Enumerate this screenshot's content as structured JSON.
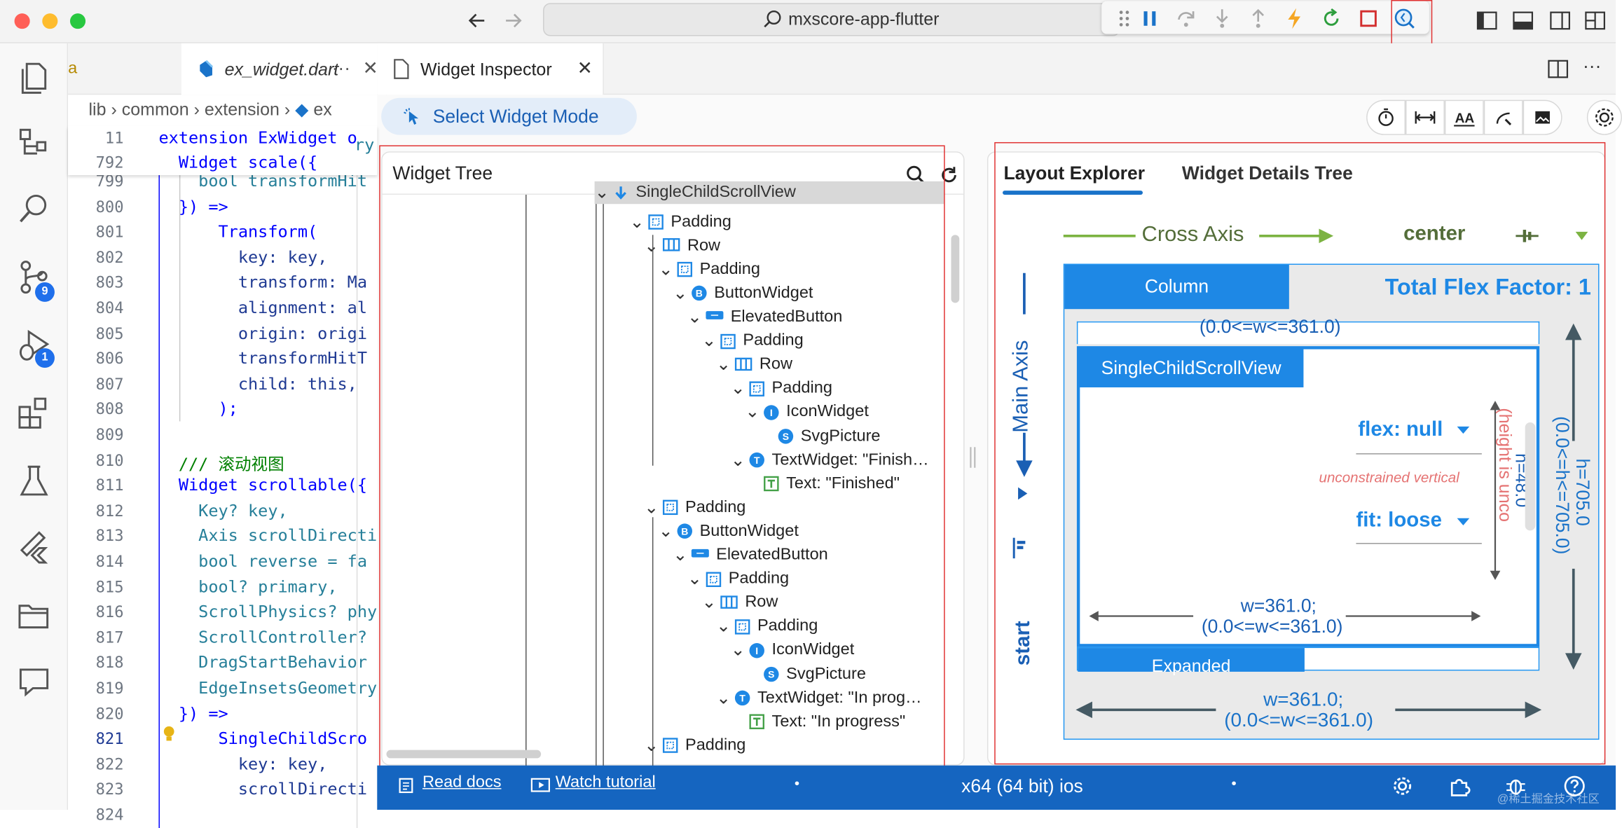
{
  "titlebar": {
    "search_text": "mxscore-app-flutter"
  },
  "activity": {
    "source_control_badge": "9",
    "debug_badge": "1"
  },
  "editor": {
    "tab_prefix": "a",
    "tab_label": "ex_widget.dart",
    "more_label": "···",
    "breadcrumb": {
      "lib": "lib",
      "common": "common",
      "extension": "extension",
      "file": "ex"
    },
    "sticky": [
      {
        "num": "11",
        "text": "extension ExWidget o"
      },
      {
        "num": "792",
        "text": "  Widget scale({"
      }
    ],
    "sticky_overflow": "ry",
    "lines": [
      {
        "num": "799",
        "text": "    bool transformHit"
      },
      {
        "num": "800",
        "text": "  }) =>"
      },
      {
        "num": "801",
        "text": "      Transform("
      },
      {
        "num": "802",
        "text": "        key: key,"
      },
      {
        "num": "803",
        "text": "        transform: Ma"
      },
      {
        "num": "804",
        "text": "        alignment: al"
      },
      {
        "num": "805",
        "text": "        origin: origi"
      },
      {
        "num": "806",
        "text": "        transformHitT"
      },
      {
        "num": "807",
        "text": "        child: this,"
      },
      {
        "num": "808",
        "text": "      );"
      },
      {
        "num": "809",
        "text": ""
      },
      {
        "num": "810",
        "text": "  /// 滚动视图"
      },
      {
        "num": "811",
        "text": "  Widget scrollable({"
      },
      {
        "num": "812",
        "text": "    Key? key,"
      },
      {
        "num": "813",
        "text": "    Axis scrollDirecti"
      },
      {
        "num": "814",
        "text": "    bool reverse = fa"
      },
      {
        "num": "815",
        "text": "    bool? primary,"
      },
      {
        "num": "816",
        "text": "    ScrollPhysics? phy"
      },
      {
        "num": "817",
        "text": "    ScrollController?"
      },
      {
        "num": "818",
        "text": "    DragStartBehavior"
      },
      {
        "num": "819",
        "text": "    EdgeInsetsGeometry"
      },
      {
        "num": "820",
        "text": "  }) =>"
      },
      {
        "num": "821",
        "text": "      SingleChildScro"
      },
      {
        "num": "822",
        "text": "        key: key,"
      },
      {
        "num": "823",
        "text": "        scrollDirecti"
      },
      {
        "num": "824",
        "text": ""
      }
    ]
  },
  "inspector": {
    "tab_label": "Widget Inspector",
    "select_mode_label": "Select Widget Mode",
    "tree_title": "Widget Tree",
    "tree_rows": [
      {
        "label": "SingleChildScrollView",
        "icon": "arrow-down"
      },
      {
        "label": "Padding",
        "icon": "padding"
      },
      {
        "label": "Row",
        "icon": "row"
      },
      {
        "label": "Padding",
        "icon": "padding"
      },
      {
        "label": "ButtonWidget",
        "icon": "B"
      },
      {
        "label": "ElevatedButton",
        "icon": "button"
      },
      {
        "label": "Padding",
        "icon": "padding"
      },
      {
        "label": "Row",
        "icon": "row"
      },
      {
        "label": "Padding",
        "icon": "padding"
      },
      {
        "label": "IconWidget",
        "icon": "I"
      },
      {
        "label": "SvgPicture",
        "icon": "S"
      },
      {
        "label": "TextWidget: \"Finish…",
        "icon": "T"
      },
      {
        "label": "Text: \"Finished\"",
        "icon": "text"
      },
      {
        "label": "Padding",
        "icon": "padding"
      },
      {
        "label": "ButtonWidget",
        "icon": "B"
      },
      {
        "label": "ElevatedButton",
        "icon": "button"
      },
      {
        "label": "Padding",
        "icon": "padding"
      },
      {
        "label": "Row",
        "icon": "row"
      },
      {
        "label": "Padding",
        "icon": "padding"
      },
      {
        "label": "IconWidget",
        "icon": "I"
      },
      {
        "label": "SvgPicture",
        "icon": "S"
      },
      {
        "label": "TextWidget: \"In prog…",
        "icon": "T"
      },
      {
        "label": "Text: \"In progress\"",
        "icon": "text"
      },
      {
        "label": "Padding",
        "icon": "padding"
      }
    ],
    "layout_tab": "Layout Explorer",
    "details_tab": "Widget Details Tree",
    "cross_axis_label": "Cross Axis",
    "cross_axis_value": "center",
    "main_axis_label": "Main Axis",
    "main_axis_value": "start",
    "column_label": "Column",
    "total_flex": "Total Flex Factor: 1",
    "top_constraint": "(0.0<=w<=361.0)",
    "child_label": "SingleChildScrollView",
    "flex_label": "flex: null",
    "unconstrained": "unconstrained vertical",
    "fit_label": "fit: loose",
    "height_label": "h=48.0",
    "height_unconstrained": "(height is unco",
    "inner_width": "w=361.0;",
    "inner_width_range": "(0.0<=w<=361.0)",
    "next_label": "Expanded",
    "outer_height": "h=705.0",
    "outer_height_range": "(0.0<=h<=705.0)",
    "outer_width": "w=361.0;",
    "outer_width_range": "(0.0<=w<=361.0)"
  },
  "status": {
    "read_docs": "Read docs",
    "watch_tutorial": "Watch tutorial",
    "device": "x64 (64 bit) ios",
    "dot": "•"
  },
  "watermark": "@稀土掘金技术社区"
}
